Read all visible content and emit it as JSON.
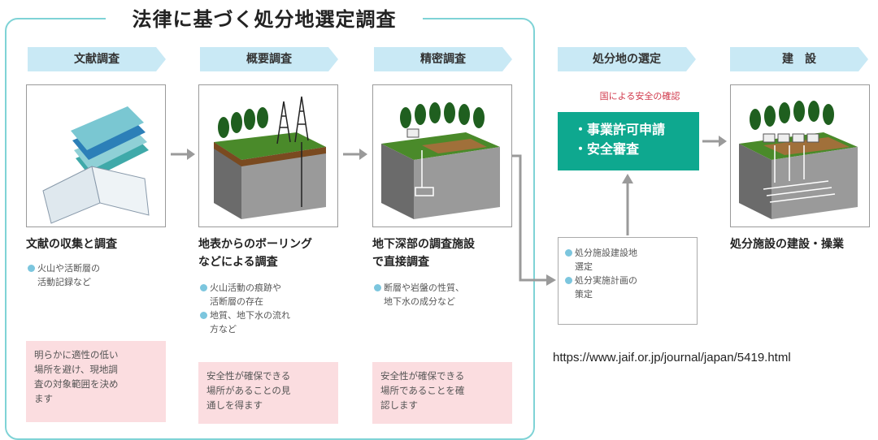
{
  "title": "法律に基づく処分地選定調査",
  "stages": [
    {
      "header": "文献調査",
      "caption": [
        "文献の収集と調査"
      ],
      "bullets": [
        "火山や活断層の",
        "活動記録など"
      ],
      "note": [
        "明らかに適性の低い",
        "場所を避け、現地調",
        "査の対象範囲を決め",
        "ます"
      ]
    },
    {
      "header": "概要調査",
      "caption": [
        "地表からのボーリング",
        "などによる調査"
      ],
      "bullets": [
        "火山活動の痕跡や",
        "活断層の存在",
        "地質、地下水の流れ",
        "方など"
      ],
      "note": [
        "安全性が確保できる",
        "場所があることの見",
        "通しを得ます"
      ]
    },
    {
      "header": "精密調査",
      "caption": [
        "地下深部の調査施設",
        "で直接調査"
      ],
      "bullets": [
        "断層や岩盤の性質、",
        "地下水の成分など"
      ],
      "note": [
        "安全性が確保できる",
        "場所であることを確",
        "認します"
      ]
    }
  ],
  "selection": {
    "header": "処分地の選定",
    "subtitle": "国による安全の確認",
    "items": [
      "・事業許可申請",
      "・安全審査"
    ],
    "site_items": [
      "処分施設建設地",
      "選定",
      "処分実施計画の",
      "策定"
    ]
  },
  "construction": {
    "header": "建　設",
    "caption": "処分施設の建設・操業"
  },
  "source_url": "https://www.jaif.or.jp/journal/japan/5419.html",
  "colors": {
    "frame": "#7fd3d6",
    "header_bg": "#c9e9f5",
    "teal": "#0ea88f",
    "pink": "#fbdde0",
    "accent_red": "#d0374a"
  }
}
